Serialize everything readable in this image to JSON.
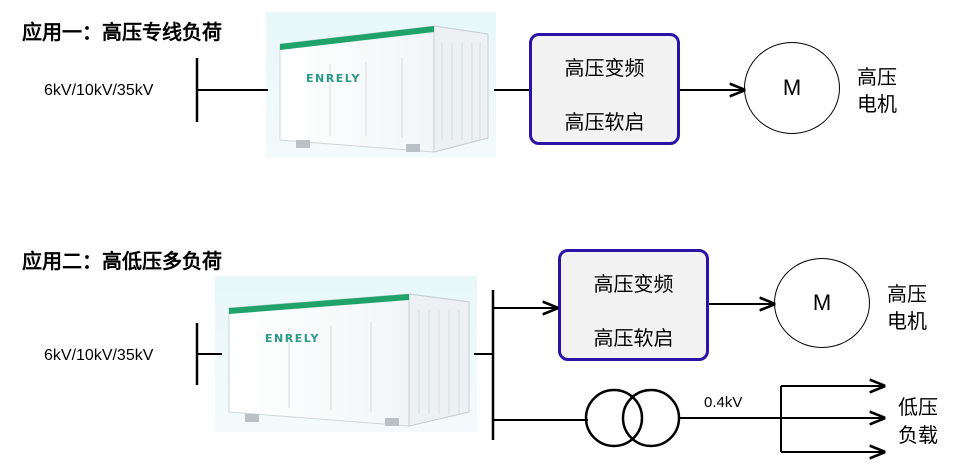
{
  "app1": {
    "title": "应用一：高压专线负荷",
    "voltage": "6kV/10kV/35kV",
    "brand": "ENRELY",
    "converter": {
      "line1": "高压变频",
      "line2": "高压软启"
    },
    "motor": {
      "symbol": "M",
      "label_line1": "高压",
      "label_line2": "电机"
    }
  },
  "app2": {
    "title": "应用二：高低压多负荷",
    "voltage": "6kV/10kV/35kV",
    "brand": "ENRELY",
    "converter": {
      "line1": "高压变频",
      "line2": "高压软启"
    },
    "motor": {
      "symbol": "M",
      "label_line1": "高压",
      "label_line2": "电机"
    },
    "transformer_output": "0.4kV",
    "low_load": {
      "line1": "低压",
      "line2": "负载"
    }
  },
  "colors": {
    "box_border": "#2a14a8",
    "box_fill": "#f2f2f2",
    "container_stripe": "#1fa36b",
    "brand_text": "#2a9a86"
  }
}
